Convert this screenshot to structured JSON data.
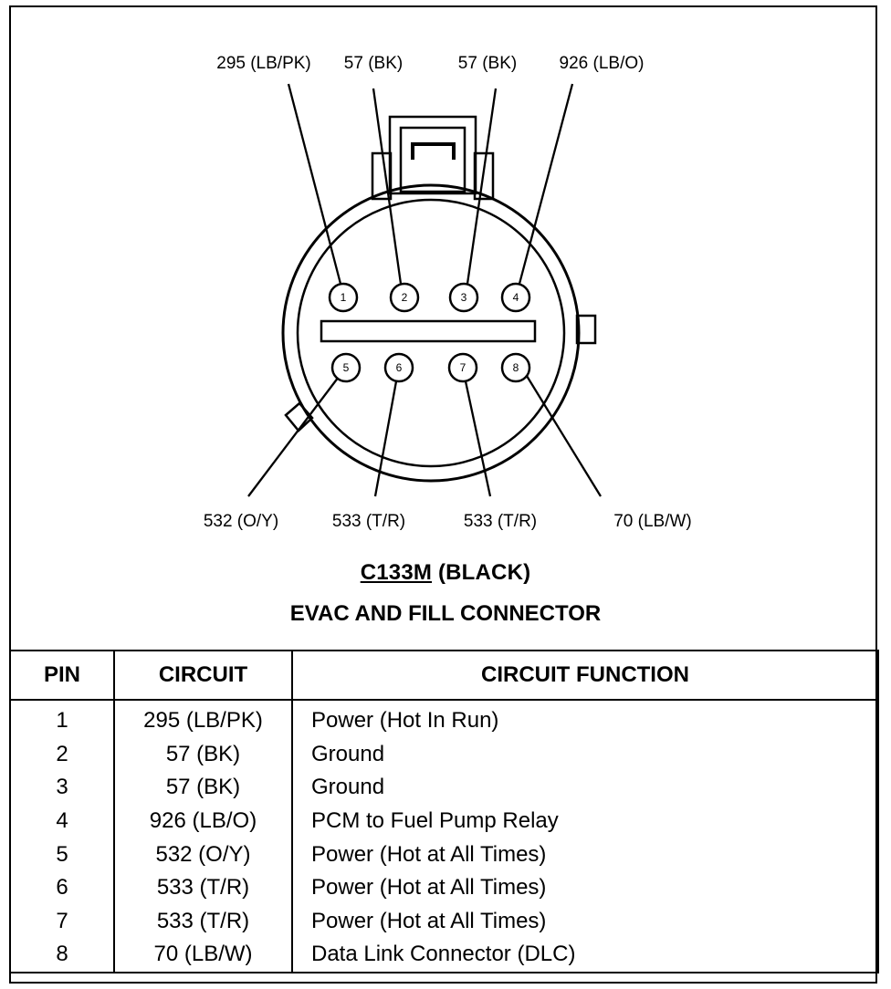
{
  "connector": {
    "code": "C133M",
    "color_label": "(BLACK)",
    "name": "EVAC AND FILL CONNECTOR"
  },
  "pins": [
    {
      "num": "1",
      "circuit": "295 (LB/PK)",
      "function": "Power (Hot In Run)"
    },
    {
      "num": "2",
      "circuit": "57 (BK)",
      "function": "Ground"
    },
    {
      "num": "3",
      "circuit": "57 (BK)",
      "function": "Ground"
    },
    {
      "num": "4",
      "circuit": "926 (LB/O)",
      "function": "PCM to Fuel Pump Relay"
    },
    {
      "num": "5",
      "circuit": "532 (O/Y)",
      "function": "Power (Hot at All Times)"
    },
    {
      "num": "6",
      "circuit": "533 (T/R)",
      "function": "Power (Hot at All Times)"
    },
    {
      "num": "7",
      "circuit": "533 (T/R)",
      "function": "Power (Hot at All Times)"
    },
    {
      "num": "8",
      "circuit": "70 (LB/W)",
      "function": "Data Link Connector (DLC)"
    }
  ],
  "table": {
    "headers": {
      "pin": "PIN",
      "circuit": "CIRCUIT",
      "function": "CIRCUIT FUNCTION"
    }
  }
}
